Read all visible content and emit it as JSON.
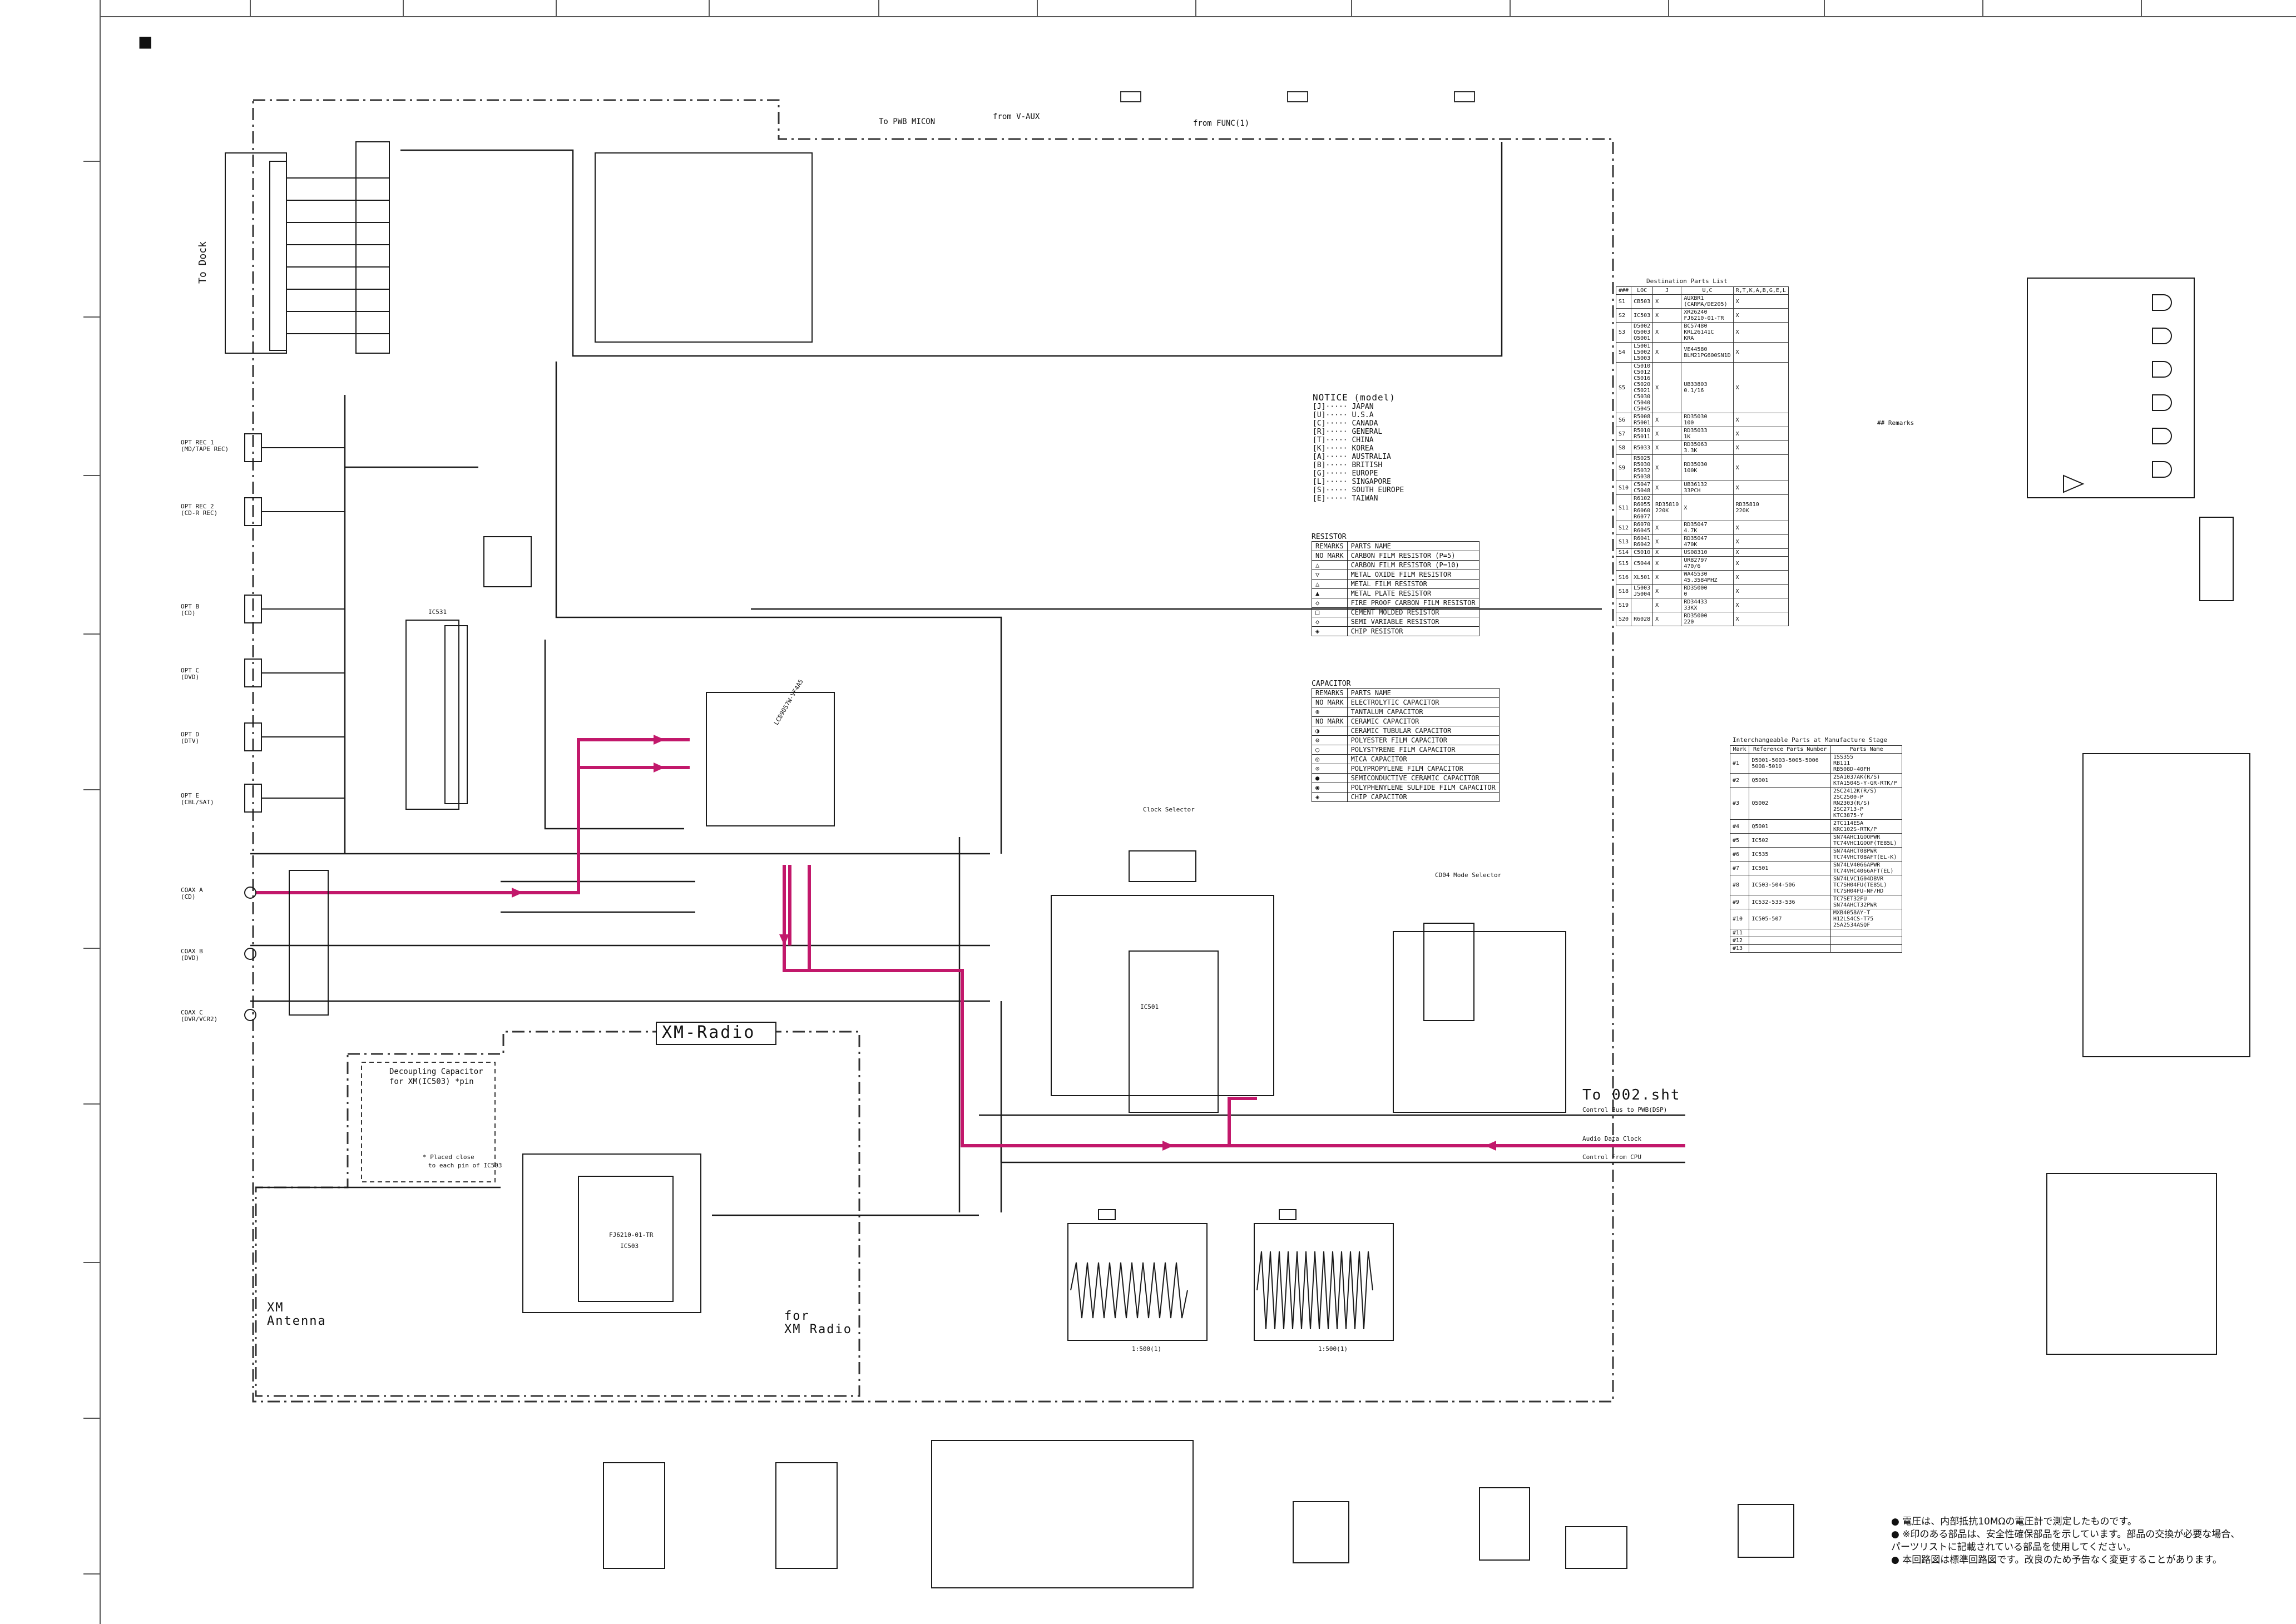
{
  "header": {
    "marker": "■"
  },
  "left_connector": {
    "label": "To Dock"
  },
  "input_labels": [
    {
      "name": "opt-rec-1",
      "title": "OPT REC 1",
      "sub": "(MD/TAPE REC)"
    },
    {
      "name": "opt-rec-2",
      "title": "OPT REC 2",
      "sub": "(CD-R REC)"
    },
    {
      "name": "opt-b",
      "title": "OPT B",
      "sub": "(CD)"
    },
    {
      "name": "opt-c",
      "title": "OPT C",
      "sub": "(DVD)"
    },
    {
      "name": "opt-d",
      "title": "OPT D",
      "sub": "(DTV)"
    },
    {
      "name": "opt-e",
      "title": "OPT E",
      "sub": "(CBL/SAT)"
    },
    {
      "name": "coax-a",
      "title": "COAX A",
      "sub": "(CD)"
    },
    {
      "name": "coax-b",
      "title": "COAX B",
      "sub": "(DVD)"
    },
    {
      "name": "coax-c",
      "title": "COAX C",
      "sub": "(DVR/VCR2)"
    }
  ],
  "top_labels": {
    "pwb_micon": "To PWB MICON",
    "v_aux": "from V-AUX",
    "func1": "from FUNC(1)"
  },
  "xm_section": {
    "title": "XM-Radio",
    "decoupling_title": "Decoupling Capacitor",
    "decoupling_sub": "for XM(IC503) *pin",
    "placed_note": "* Placed close",
    "placed_note2": "to each pin of IC503",
    "antenna": "XM\nAntenna",
    "for_xm": "for\nXM Radio"
  },
  "selectors": {
    "clock": "Clock Selector",
    "cd04": "CD04 Mode Selector"
  },
  "sheet_ref": {
    "to_002": "To 002.sht",
    "control_bus": "Control Bus to PWB(DSP)",
    "audio_data_clock": "Audio Data Clock",
    "control_from_cpu": "Control From CPU"
  },
  "notice": {
    "title": "NOTICE (model)",
    "items": [
      "[J]····· JAPAN",
      "[U]····· U.S.A",
      "[C]····· CANADA",
      "[R]····· GENERAL",
      "[T]····· CHINA",
      "[K]····· KOREA",
      "[A]····· AUSTRALIA",
      "[B]····· BRITISH",
      "[G]····· EUROPE",
      "[L]····· SINGAPORE",
      "[S]····· SOUTH EUROPE",
      "[E]····· TAIWAN"
    ]
  },
  "resistor_legend": {
    "title": "RESISTOR",
    "header": [
      "REMARKS",
      "PARTS NAME"
    ],
    "rows": [
      [
        "NO MARK",
        "CARBON FILM RESISTOR (P=5)"
      ],
      [
        "△",
        "CARBON FILM RESISTOR (P=10)"
      ],
      [
        "▽",
        "METAL OXIDE FILM RESISTOR"
      ],
      [
        "△",
        "METAL FILM RESISTOR"
      ],
      [
        "▲",
        "METAL PLATE RESISTOR"
      ],
      [
        "◇",
        "FIRE PROOF CARBON FILM RESISTOR"
      ],
      [
        "□",
        "CEMENT MOLDED RESISTOR"
      ],
      [
        "◇",
        "SEMI VARIABLE RESISTOR"
      ],
      [
        "◈",
        "CHIP RESISTOR"
      ]
    ]
  },
  "capacitor_legend": {
    "title": "CAPACITOR",
    "header": [
      "REMARKS",
      "PARTS NAME"
    ],
    "rows": [
      [
        "NO MARK",
        "ELECTROLYTIC CAPACITOR"
      ],
      [
        "⊕",
        "TANTALUM CAPACITOR"
      ],
      [
        "NO MARK",
        "CERAMIC CAPACITOR"
      ],
      [
        "◑",
        "CERAMIC TUBULAR CAPACITOR"
      ],
      [
        "⊖",
        "POLYESTER FILM CAPACITOR"
      ],
      [
        "○",
        "POLYSTYRENE FILM CAPACITOR"
      ],
      [
        "◎",
        "MICA CAPACITOR"
      ],
      [
        "⊙",
        "POLYPROPYLENE FILM CAPACITOR"
      ],
      [
        "●",
        "SEMICONDUCTIVE CERAMIC CAPACITOR"
      ],
      [
        "◉",
        "POLYPHENYLENE SULFIDE FILM CAPACITOR"
      ],
      [
        "◈",
        "CHIP CAPACITOR"
      ]
    ]
  },
  "destination_table": {
    "title": "Destination Parts List",
    "header": [
      "###",
      "LOC",
      "J",
      "U,C",
      "R,T,K,A,B,G,E,L"
    ],
    "rows": [
      [
        "S1",
        "CB503",
        "X",
        "AUXBR1\n(CARMA/DE205)",
        "X"
      ],
      [
        "S2",
        "IC503",
        "X",
        "XR26240\nFJ6210-01-TR",
        "X"
      ],
      [
        "S3",
        "D5002\nQ5003\nQ5001",
        "X",
        "BC57480\nKRL26141C\nKRA",
        "X"
      ],
      [
        "S4",
        "L5001\nL5002\nL5003",
        "X",
        "VE44580\nBLM21PG600SN1D",
        "X"
      ],
      [
        "S5",
        "C5010\nC5012\nC5016\nC5020\nC5021\nC5030\nC5040\nC5045",
        "X",
        "UB33803\n0.1/16",
        "X"
      ],
      [
        "S6",
        "R5008\nR5001",
        "X",
        "RD35030\n100",
        "X"
      ],
      [
        "S7",
        "R5010\nR5011",
        "X",
        "RD35033\n1K",
        "X"
      ],
      [
        "S8",
        "R5033",
        "X",
        "RD35063\n3.3K",
        "X"
      ],
      [
        "S9",
        "R5025\nR5030\nR5032\nR5038",
        "X",
        "RD35030\n100K",
        "X"
      ],
      [
        "S10",
        "C5047\nC5048",
        "X",
        "UB36132\n33PCH",
        "X"
      ],
      [
        "S11",
        "R6102\nR6055\nR6060\nR6077",
        "RD35810\n220K",
        "X",
        "RD35810\n220K"
      ],
      [
        "S12",
        "R6070\nR6045",
        "X",
        "RD35047\n4.7K",
        "X"
      ],
      [
        "S13",
        "R6041\nR6042",
        "X",
        "RD35047\n470K",
        "X"
      ],
      [
        "S14",
        "C5010",
        "X",
        "US08310",
        "X"
      ],
      [
        "S15",
        "C5044",
        "X",
        "UR82797\n470/6",
        "X"
      ],
      [
        "S16",
        "XL501",
        "X",
        "WA45530\n45.3584MHZ",
        "X"
      ],
      [
        "S18",
        "L5003\nJ5004",
        "X",
        "RD35000\n0",
        "X"
      ],
      [
        "S19",
        "",
        "X",
        "RD34433\n33KX",
        "X"
      ],
      [
        "S20",
        "R6028",
        "X",
        "RD35000\n220",
        "X"
      ]
    ],
    "note": "## Remarks"
  },
  "interchangeable_table": {
    "title": "Interchangeable Parts at Manufacture Stage",
    "header": [
      "Mark",
      "Reference Parts Number",
      "Parts Name"
    ],
    "rows": [
      [
        "#1",
        "D5001-5003-5005-5006\n5008-5010",
        "1SS355\nRB111\nRB508D-40FH"
      ],
      [
        "#2",
        "Q5001",
        "2SA1037AK(R/S)\nKTA1504S-Y-GR-RTK/P"
      ],
      [
        "#3",
        "Q5002",
        "2SC2412K(R/S)\n2SC2500-P\nRN2303(R/S)\n2SC2713-P\nKTC3875-Y"
      ],
      [
        "#4",
        "Q5001",
        "2TC114ESA\nKRC102S-RTK/P"
      ],
      [
        "#5",
        "IC502",
        "SN74AHC1GOOPWR\nTC74VHC1GOOF(TE85L)"
      ],
      [
        "#6",
        "IC535",
        "SN74AHCT08PWR\nTC74VHCT08AFT(EL-K)"
      ],
      [
        "#7",
        "IC501",
        "SN74LV4066APWR\nTC74VHC4066AFT(EL)"
      ],
      [
        "#8",
        "IC503-504-506",
        "SN74LVC1G04DBVR\nTC7SH04FU(TE85L)\nTC7SH04FU-NF/HD"
      ],
      [
        "#9",
        "IC532-533-536",
        "TC7SET32FU\nSN74AHCT32PWR"
      ],
      [
        "#10",
        "IC505-507",
        "MXB4058AY-T\nH12LS4CS-T75\n2SA2534ASQF"
      ],
      [
        "#11",
        "",
        ""
      ],
      [
        "#12",
        "",
        ""
      ],
      [
        "#13",
        "",
        ""
      ]
    ]
  },
  "jp_notes": [
    "● 電圧は、内部抵抗10MΩの電圧計で測定したものです。",
    "● ※印のある部品は、安全性確保部品を示しています。部品の交換が必要な場合、",
    "   パーツリストに記載されている部品を使用してください。",
    "● 本回路図は標準回路図です。改良のため予告なく変更することがあります。"
  ],
  "ic_labels": {
    "ic531": "IC531",
    "ic503": "IC503",
    "dsp_chip": "LC89057W-VF4A5",
    "xm_chip": "FJ6210-01-TR",
    "ic501": "IC501"
  },
  "scope": {
    "label1": "1:500(1)",
    "label2": "1:500(1)"
  },
  "colors": {
    "highlight": "#c2186b",
    "line": "#1a1a1a",
    "dash": "#333333"
  }
}
